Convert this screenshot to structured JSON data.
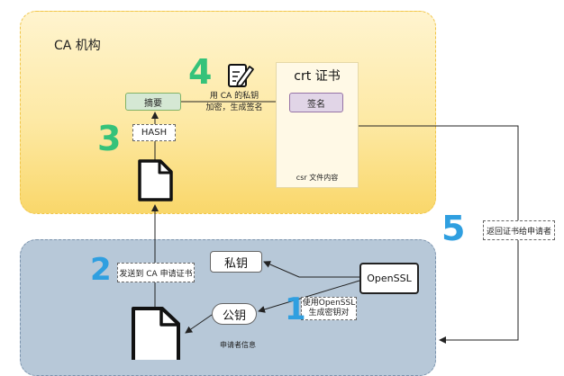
{
  "ca": {
    "title": "CA 机构"
  },
  "nodes": {
    "digest": "摘要",
    "hash": "HASH",
    "crt_title": "crt 证书",
    "signature": "签名",
    "csr_label": "csr 文件内容",
    "private_key": "私钥",
    "public_key": "公钥",
    "openssl": "OpenSSL",
    "applicant_info": "申请者信息"
  },
  "labels": {
    "sign_note_line1": "用 CA 的私钥",
    "sign_note_line2": "加密，生成签名",
    "send": "发送到 CA 申请证书",
    "generate_line1": "使用OpenSSL",
    "generate_line2": "生成密钥对",
    "return": "返回证书给申请者"
  },
  "steps": {
    "s1": "1",
    "s2": "2",
    "s3": "3",
    "s4": "4",
    "s5": "5"
  },
  "colors": {
    "ca_region": "#fde9a4",
    "applicant_region": "#b7c8d8",
    "step_green": "#35c27a",
    "step_blue": "#2f9fe0",
    "digest": "#d5e8d4",
    "signature": "#e1d5e7"
  }
}
